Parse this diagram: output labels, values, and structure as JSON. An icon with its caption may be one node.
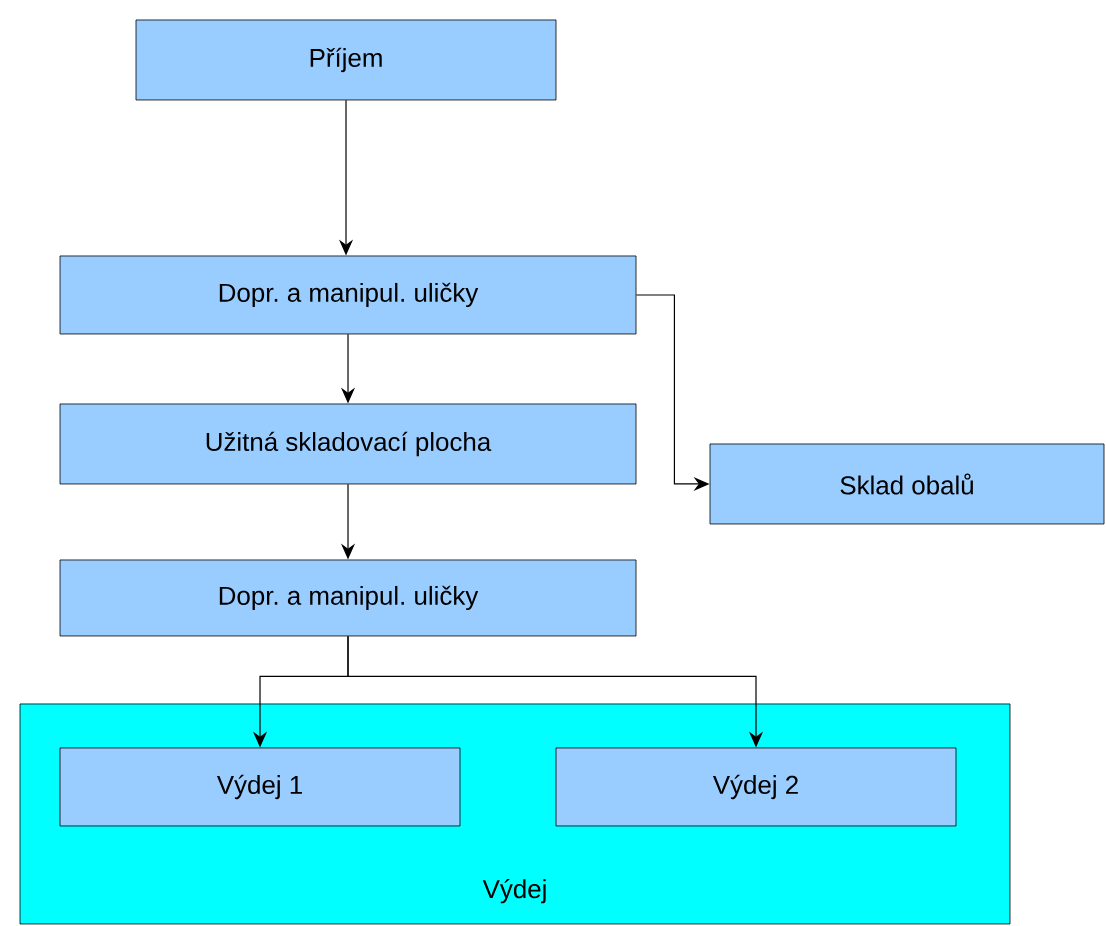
{
  "diagram": {
    "nodes": [
      {
        "text": [
          "Příjem"
        ]
      },
      {
        "text": [
          "Dopr. a manipul. uličky"
        ]
      },
      {
        "text": [
          "Užitná skladovací plocha"
        ]
      },
      {
        "text": [
          "Sklad obalů"
        ]
      },
      {
        "text": [
          "Dopr. a manipul. uličky"
        ]
      },
      {
        "text": [
          "Výdej"
        ]
      },
      {
        "text": [
          "Výdej 1"
        ],
        "in": 5
      },
      {
        "text": [
          "Výdej 2"
        ],
        "in": 5
      }
    ],
    "edges": [
      {
        "from": 0,
        "to": 1,
        "arrow": "to"
      },
      {
        "from": 1,
        "to": 2,
        "arrow": "to"
      },
      {
        "from": 1,
        "to": 3,
        "arrow": "to"
      },
      {
        "from": 2,
        "to": 4,
        "arrow": "to"
      },
      {
        "from": 4,
        "to": 6,
        "arrow": "to"
      },
      {
        "from": 4,
        "to": 7,
        "arrow": "to"
      }
    ]
  }
}
